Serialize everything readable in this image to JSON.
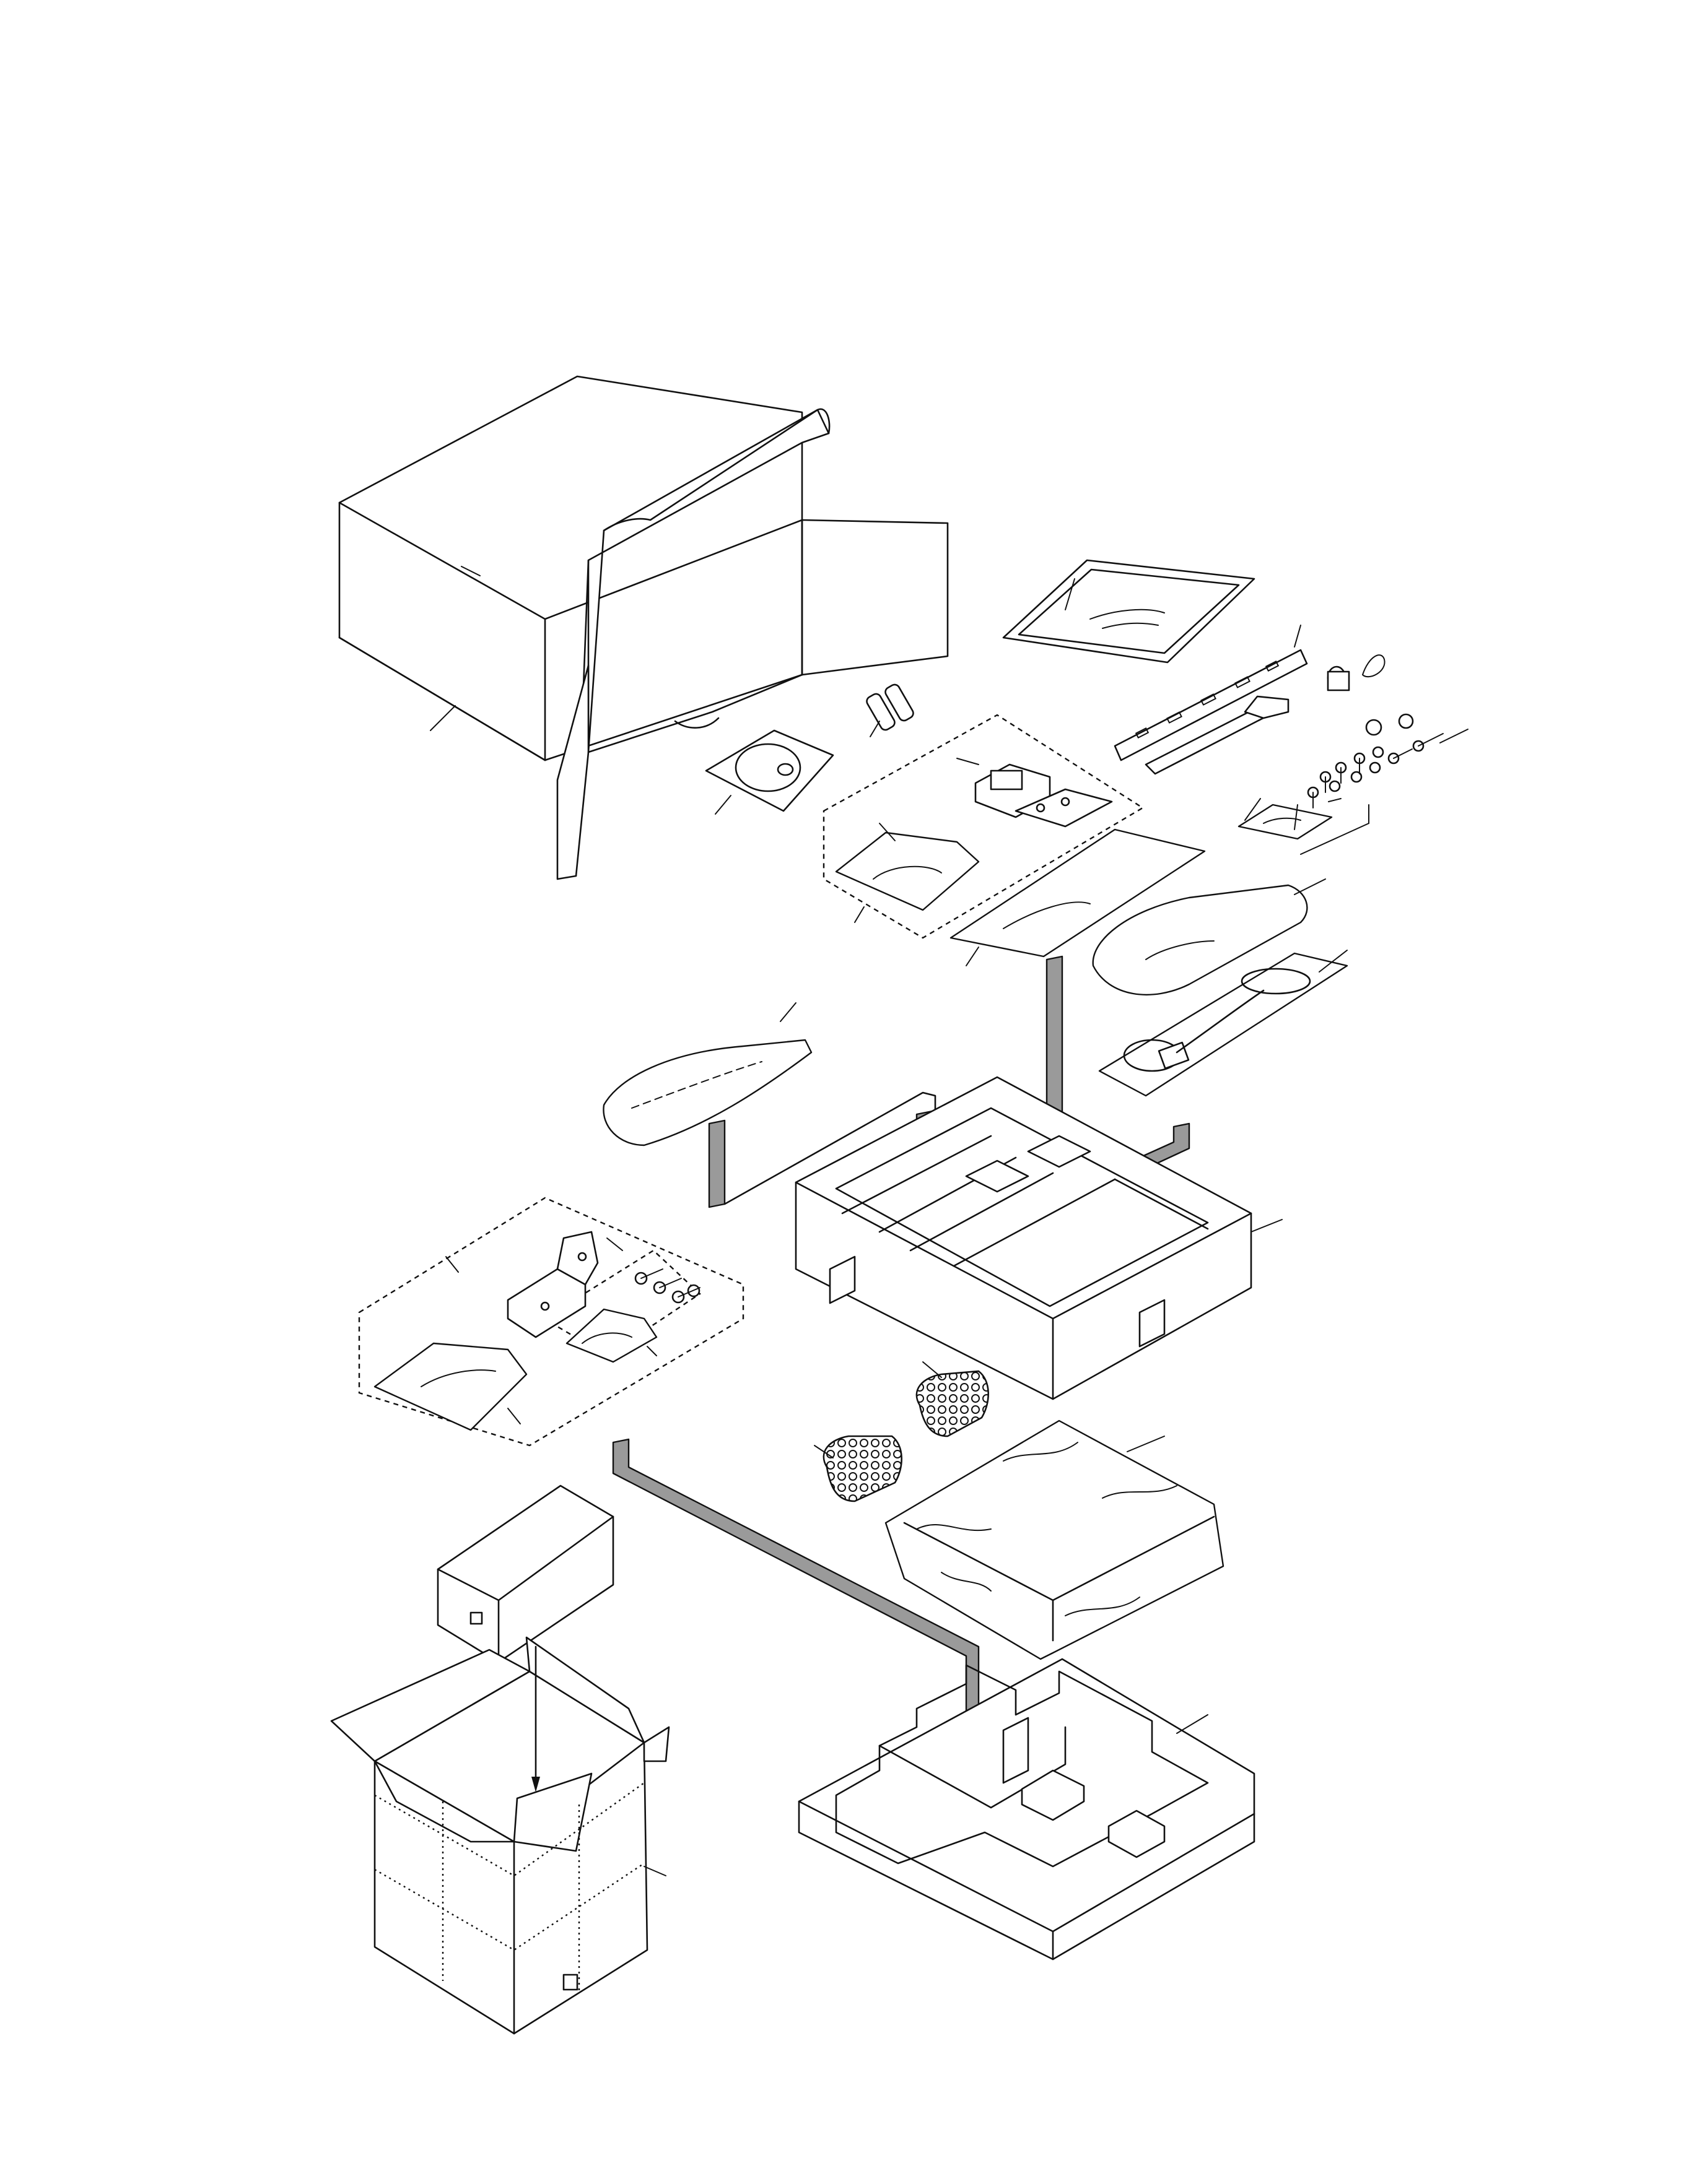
{
  "colors": {
    "line": "#111111",
    "paper": "#ffffff",
    "arrow_fill": "#9a9a9a"
  },
  "parts": [
    {
      "name": "outer-carton"
    },
    {
      "name": "operating-instructions-sheet"
    },
    {
      "name": "mounting-bracket-strip"
    },
    {
      "name": "accessory-screws-set"
    },
    {
      "name": "batteries"
    },
    {
      "name": "cd-rom-disc"
    },
    {
      "name": "accessory-kit-upper"
    },
    {
      "name": "stand-bag"
    },
    {
      "name": "cable-bag"
    },
    {
      "name": "ac-adapter-bag"
    },
    {
      "name": "remote-control-bag"
    },
    {
      "name": "upper-cushion"
    },
    {
      "name": "accessory-kit-lower"
    },
    {
      "name": "bubble-pads"
    },
    {
      "name": "main-unit-bag"
    },
    {
      "name": "lower-cushion"
    },
    {
      "name": "inner-box"
    },
    {
      "name": "shipping-carton"
    }
  ]
}
